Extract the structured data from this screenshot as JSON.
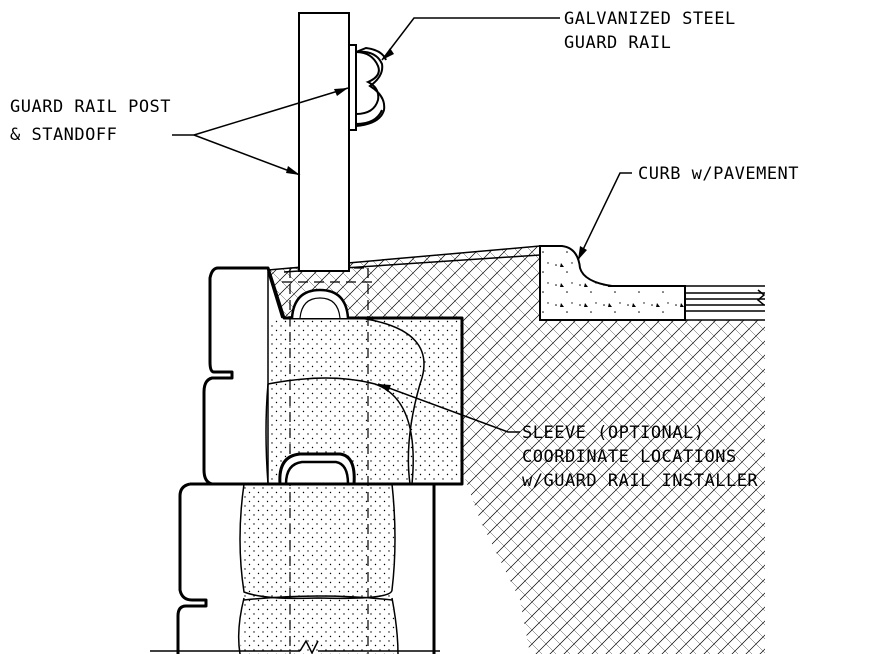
{
  "callouts": {
    "rail": [
      "GALVANIZED STEEL",
      "GUARD RAIL"
    ],
    "post": [
      "GUARD RAIL POST",
      "& STANDOFF"
    ],
    "curb": [
      "CURB w/PAVEMENT"
    ],
    "sleeve": [
      "SLEEVE (OPTIONAL)",
      "COORDINATE LOCATIONS",
      "w/GUARD RAIL INSTALLER"
    ]
  },
  "colors": {
    "ink": "#000000",
    "background": "#ffffff"
  }
}
